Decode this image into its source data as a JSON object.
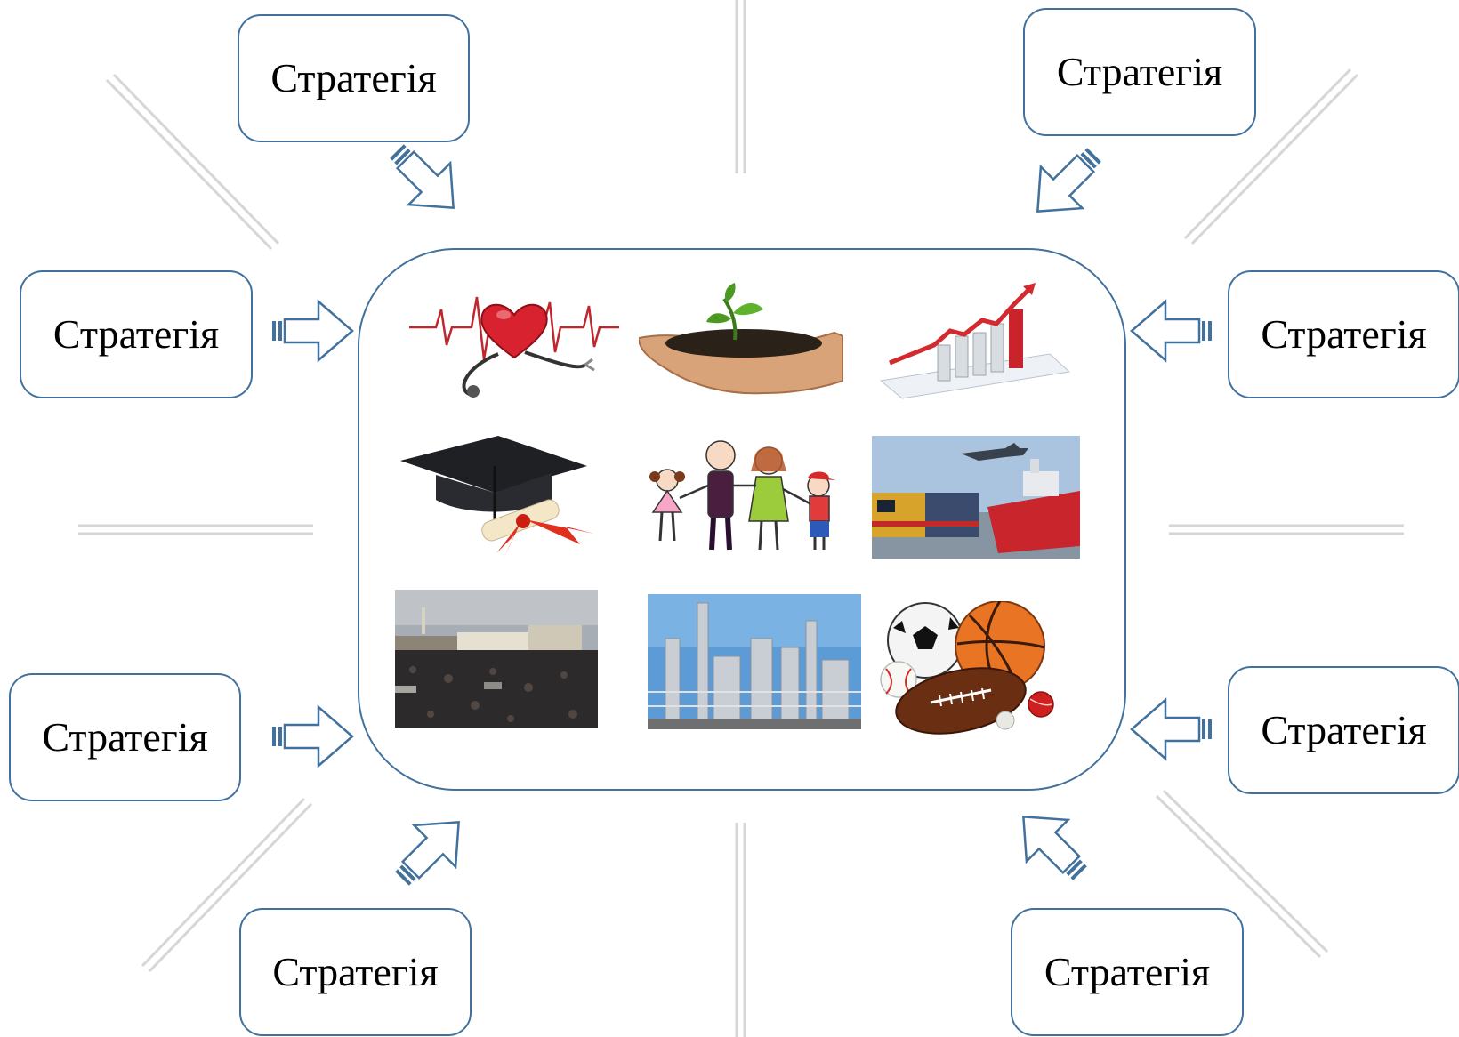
{
  "diagram": {
    "strategy_boxes": [
      {
        "id": "top-left",
        "label": "Стратегія"
      },
      {
        "id": "top-right",
        "label": "Стратегія"
      },
      {
        "id": "mid-left-upper",
        "label": "Стратегія"
      },
      {
        "id": "mid-right-upper",
        "label": "Стратегія"
      },
      {
        "id": "mid-left-lower",
        "label": "Стратегія"
      },
      {
        "id": "mid-right-lower",
        "label": "Стратегія"
      },
      {
        "id": "bottom-left",
        "label": "Стратегія"
      },
      {
        "id": "bottom-right",
        "label": "Стратегія"
      }
    ],
    "center_images": [
      {
        "icon": "heartbeat-stethoscope-icon"
      },
      {
        "icon": "sprout-in-hand-icon"
      },
      {
        "icon": "growth-chart-icon"
      },
      {
        "icon": "graduation-cap-diploma-icon"
      },
      {
        "icon": "family-icon"
      },
      {
        "icon": "transport-train-ship-plane-icon"
      },
      {
        "icon": "crowd-square-photo"
      },
      {
        "icon": "industrial-plant-photo"
      },
      {
        "icon": "sports-balls-icon"
      }
    ],
    "colors": {
      "border": "#41719c",
      "arrow_accent": "#41719c",
      "connector_lines": "#d9d9d9"
    }
  }
}
